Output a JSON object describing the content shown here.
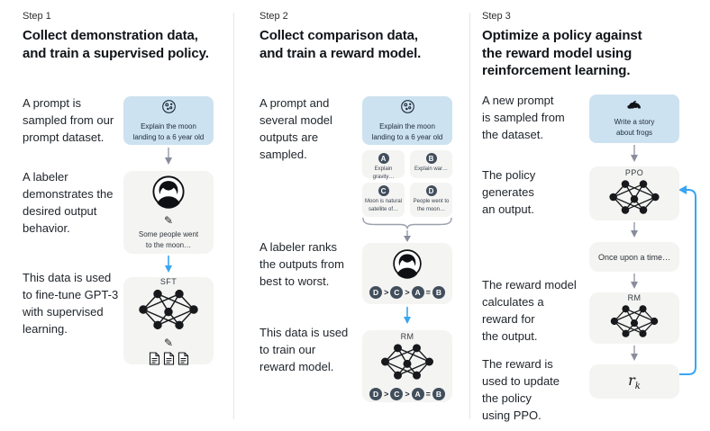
{
  "colors": {
    "prompt_box_bg": "#cde2f0",
    "panel_bg": "#f4f4f2",
    "blue_arrow": "#38a5f2",
    "gray_arrow": "#9aa0ad",
    "badge_bg": "#414e5c",
    "divider": "#e7e7e7",
    "text": "#1e2329"
  },
  "icons": [
    "moon-icon",
    "labeler-avatar-icon",
    "pencil-icon",
    "document-icon",
    "network-icon",
    "frog-icon"
  ],
  "pencil_glyph": "✎",
  "columns": [
    {
      "step": "Step 1",
      "title": "Collect demonstration data,\nand train a supervised policy.",
      "paragraphs": [
        "A prompt is\nsampled from our\nprompt dataset.",
        "A labeler\ndemonstrates the\ndesired output\nbehavior.",
        "This data is used\nto fine-tune GPT-3\nwith supervised\nlearning."
      ],
      "prompt_box": {
        "icon": "moon-icon",
        "text": "Explain the moon\nlanding to a 6 year old"
      },
      "labeler_box": {
        "icon": "labeler-avatar-icon",
        "text": "Some people went\nto the moon…"
      },
      "model_box": {
        "label": "SFT"
      }
    },
    {
      "step": "Step 2",
      "title": "Collect comparison data,\nand train a reward model.",
      "paragraphs": [
        "A prompt and\nseveral model\noutputs are\nsampled.",
        "A labeler ranks\nthe outputs from\nbest to worst.",
        "This data is used\nto train our\nreward model."
      ],
      "prompt_box": {
        "icon": "moon-icon",
        "text": "Explain the moon\nlanding to a 6 year old"
      },
      "cards": [
        {
          "label": "A",
          "text": "Explain gravity…"
        },
        {
          "label": "B",
          "text": "Explain war…"
        },
        {
          "label": "C",
          "text": "Moon is natural\nsatellite of…"
        },
        {
          "label": "D",
          "text": "People went to\nthe moon…"
        }
      ],
      "ranking": [
        "D",
        ">",
        "C",
        ">",
        "A",
        "=",
        "B"
      ],
      "model_box": {
        "label": "RM"
      }
    },
    {
      "step": "Step 3",
      "title": "Optimize a policy against\nthe reward model using\nreinforcement learning.",
      "paragraphs": [
        "A new prompt\nis sampled from\nthe dataset.",
        "The policy\ngenerates\nan output.",
        "The reward model\ncalculates a\nreward for\nthe output.",
        "The reward is\nused to update\nthe policy\nusing PPO."
      ],
      "prompt_box": {
        "icon": "frog-icon",
        "text": "Write a story\nabout frogs"
      },
      "policy_box": {
        "label": "PPO"
      },
      "output_box": {
        "text": "Once upon a time…"
      },
      "reward_model_box": {
        "label": "RM"
      },
      "reward_box": {
        "main": "r",
        "sub": "k"
      }
    }
  ]
}
